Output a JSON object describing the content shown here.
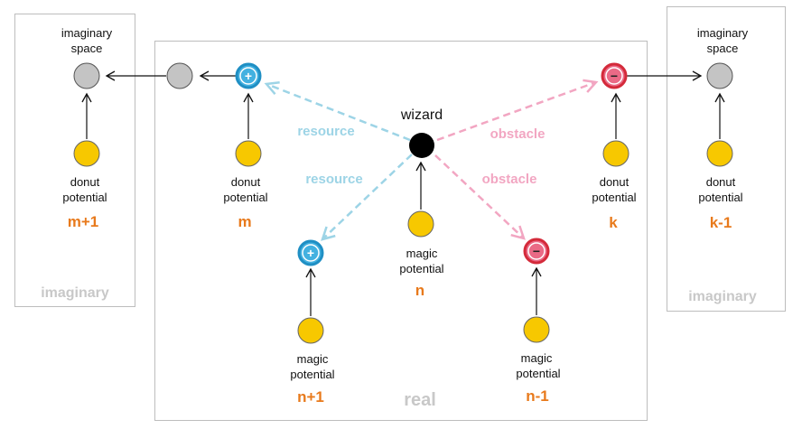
{
  "colors": {
    "donut": "#f7c800",
    "grey_node": "#c4c4c4",
    "wizard": "#000000",
    "resource_node": "#43b1e0",
    "obstacle_node": "#ea6a86",
    "resource_arrow": "#9dd4e6",
    "obstacle_arrow": "#f2a6c2",
    "index_text": "#e87a1c",
    "region_text": "#c8c8c8"
  },
  "regions": {
    "left_label": "imaginary",
    "center_label": "real",
    "right_label": "imaginary"
  },
  "labels": {
    "imaginary_space_left_1": "imaginary",
    "imaginary_space_left_2": "space",
    "imaginary_space_right_1": "imaginary",
    "imaginary_space_right_2": "space",
    "wizard": "wizard",
    "resource_upper": "resource",
    "resource_lower": "resource",
    "obstacle_upper": "obstacle",
    "obstacle_lower": "obstacle",
    "plus_sign_1": "+",
    "plus_sign_2": "+",
    "minus_sign_1": "−",
    "minus_sign_2": "−"
  },
  "potentials": {
    "m1": {
      "line1": "donut",
      "line2": "potential",
      "index": "m+1"
    },
    "m": {
      "line1": "donut",
      "line2": "potential",
      "index": "m"
    },
    "n1": {
      "line1": "magic",
      "line2": "potential",
      "index": "n+1"
    },
    "n": {
      "line1": "magic",
      "line2": "potential",
      "index": "n"
    },
    "nm1": {
      "line1": "magic",
      "line2": "potential",
      "index": "n-1"
    },
    "k": {
      "line1": "donut",
      "line2": "potential",
      "index": "k"
    },
    "km1": {
      "line1": "donut",
      "line2": "potential",
      "index": "k-1"
    }
  }
}
